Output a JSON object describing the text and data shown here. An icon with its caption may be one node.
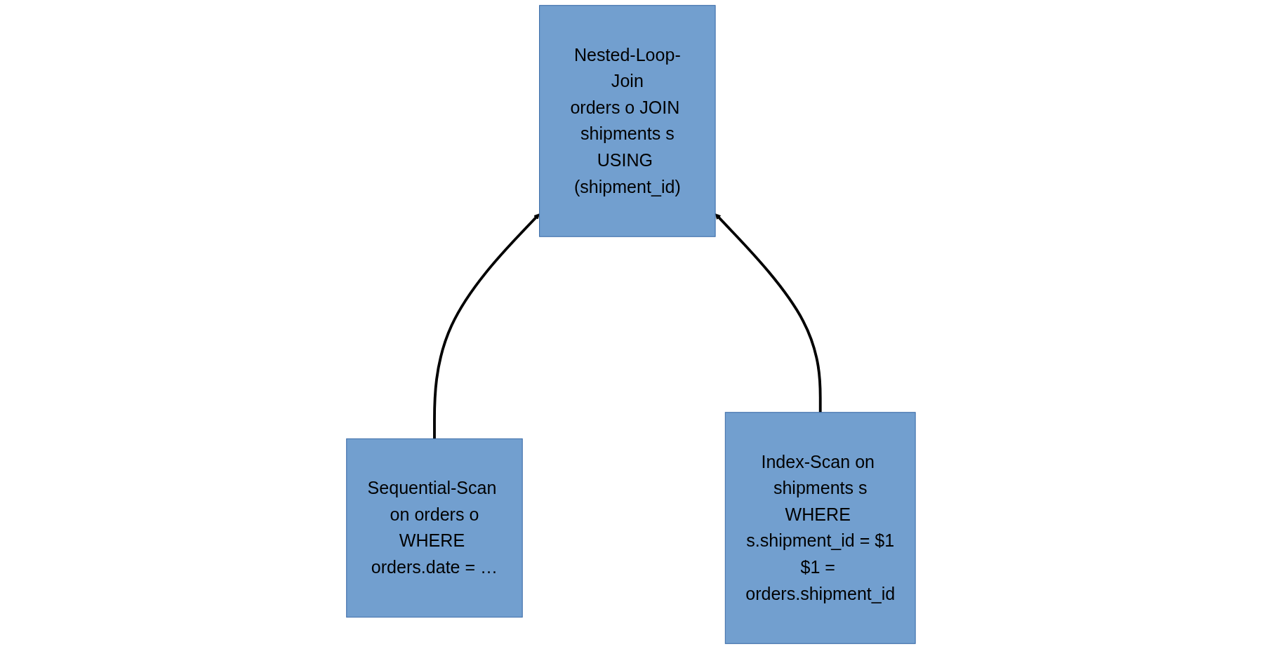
{
  "diagram": {
    "nodes": [
      {
        "text": [
          "Nested-Loop-Join",
          "orders o JOIN shipments s",
          "USING (shipment_id)"
        ]
      },
      {
        "text": [
          "Sequential-Scan on orders o",
          "WHERE orders.date = …"
        ]
      },
      {
        "text": [
          "Index-Scan on shipments s",
          "WHERE s.shipment_id = $1",
          "$1 = orders.shipment_id"
        ]
      }
    ],
    "edges": [
      {
        "from": 1,
        "to": 0,
        "arrow": "to"
      },
      {
        "from": 2,
        "to": 0,
        "arrow": "to"
      }
    ]
  }
}
